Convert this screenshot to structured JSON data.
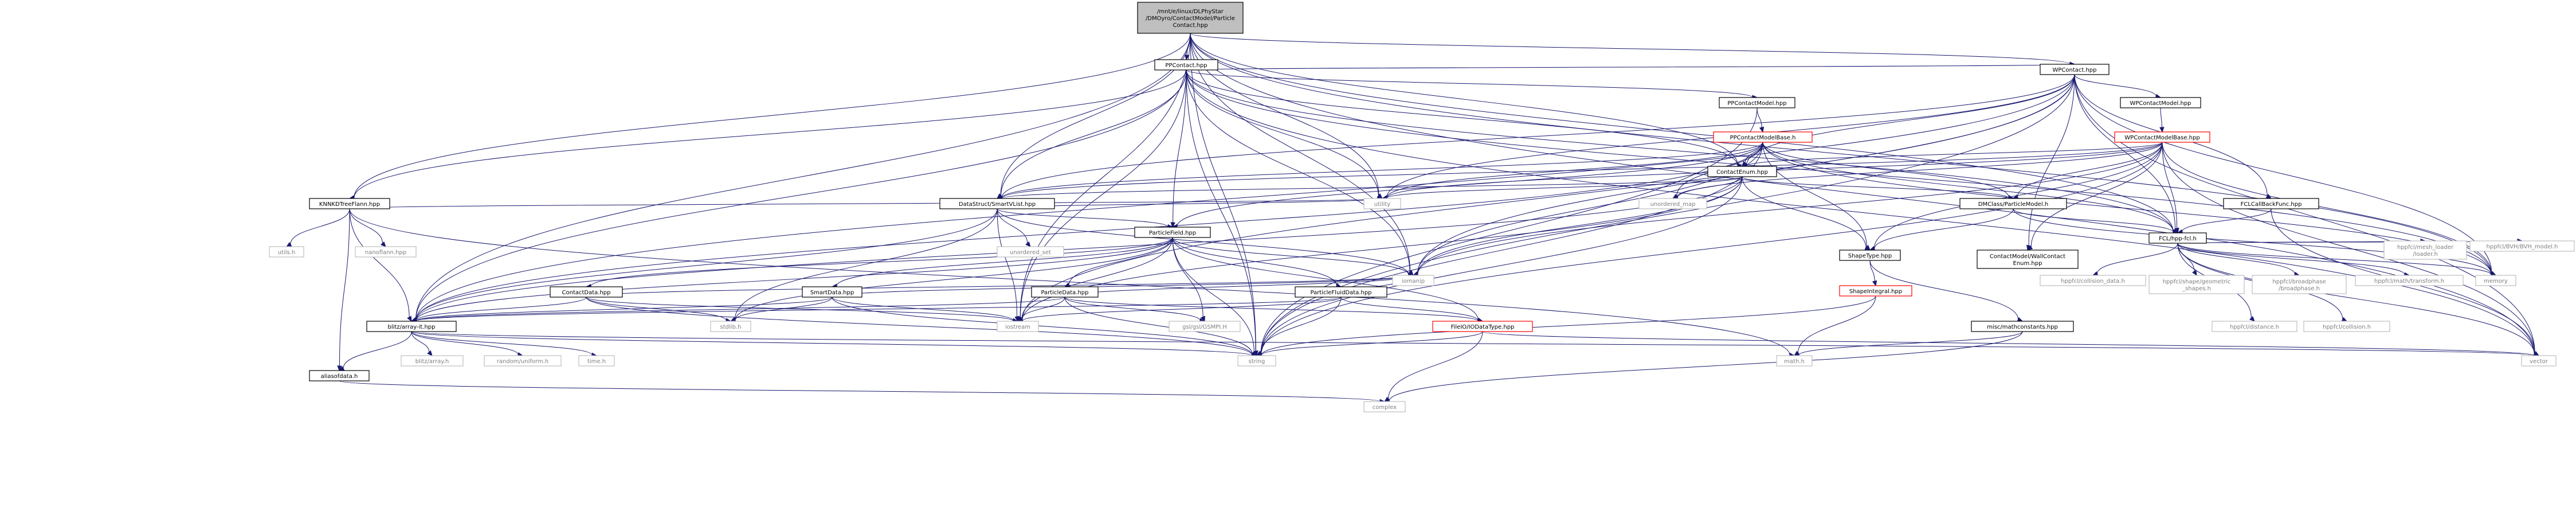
{
  "colors": {
    "root_fill": "#bfbfbf",
    "default_fill": "#ffffff",
    "default_stroke": "#000000",
    "red_stroke": "#ff0000",
    "system_stroke": "#bfbfbf",
    "system_text": "#7f7f7f",
    "edge": "#191970"
  },
  "nodes": [
    {
      "id": "root",
      "lines": [
        "/mnt/e/linux/DLPhyStar",
        "/DMOyro/ContactModel/Particle",
        "Contact.hpp"
      ],
      "style": "root"
    },
    {
      "id": "PPContact",
      "lines": [
        "PPContact.hpp"
      ],
      "style": "normal"
    },
    {
      "id": "WPContact",
      "lines": [
        "WPContact.hpp"
      ],
      "style": "normal"
    },
    {
      "id": "PPContactModel",
      "lines": [
        "PPContactModel.hpp"
      ],
      "style": "normal"
    },
    {
      "id": "WPContactModel",
      "lines": [
        "WPContactModel.hpp"
      ],
      "style": "normal"
    },
    {
      "id": "PPContactModelBase",
      "lines": [
        "PPContactModelBase.h"
      ],
      "style": "red"
    },
    {
      "id": "WPContactModelBase",
      "lines": [
        "WPContactModelBase.hpp"
      ],
      "style": "red"
    },
    {
      "id": "ContactEnum",
      "lines": [
        "ContactEnum.hpp"
      ],
      "style": "normal"
    },
    {
      "id": "KNNKDTreeFlann",
      "lines": [
        "KNNKDTreeFlann.hpp"
      ],
      "style": "normal"
    },
    {
      "id": "SmartVList",
      "lines": [
        "DataStruct/SmartVList.hpp"
      ],
      "style": "normal"
    },
    {
      "id": "DMClassParticleModel",
      "lines": [
        "DMClass/ParticleModel.h"
      ],
      "style": "normal"
    },
    {
      "id": "FCLCallBackFunc",
      "lines": [
        "FCLCallBackFunc.hpp"
      ],
      "style": "normal"
    },
    {
      "id": "FCLfcl",
      "lines": [
        "FCL/hpp-fcl.h"
      ],
      "style": "normal"
    },
    {
      "id": "ShapeType",
      "lines": [
        "ShapeType.hpp"
      ],
      "style": "normal"
    },
    {
      "id": "WallContactEnum",
      "lines": [
        "ContactModel/WallContact",
        "Enum.hpp"
      ],
      "style": "normal"
    },
    {
      "id": "ParticleField",
      "lines": [
        "ParticleField.hpp"
      ],
      "style": "normal"
    },
    {
      "id": "ContactData",
      "lines": [
        "ContactData.hpp"
      ],
      "style": "normal"
    },
    {
      "id": "SmartData",
      "lines": [
        "SmartData.hpp"
      ],
      "style": "normal"
    },
    {
      "id": "ParticleData",
      "lines": [
        "ParticleData.hpp"
      ],
      "style": "normal"
    },
    {
      "id": "ParticleFluidData",
      "lines": [
        "ParticleFluidData.hpp"
      ],
      "style": "normal"
    },
    {
      "id": "ShapeIntegral",
      "lines": [
        "ShapeIntegral.hpp"
      ],
      "style": "red"
    },
    {
      "id": "FileIOIODataType",
      "lines": [
        "FileIO/IODataType.hpp"
      ],
      "style": "red"
    },
    {
      "id": "mathconstants",
      "lines": [
        "misc/mathconstants.hpp"
      ],
      "style": "normal"
    },
    {
      "id": "blitzarray",
      "lines": [
        "blitz/array-it.hpp"
      ],
      "style": "normal"
    },
    {
      "id": "aliasofdata",
      "lines": [
        "aliasofdata.h"
      ],
      "style": "normal"
    },
    {
      "id": "utils_h",
      "lines": [
        "utils.h"
      ],
      "style": "system"
    },
    {
      "id": "nanoflann",
      "lines": [
        "nanoflann.hpp"
      ],
      "style": "system"
    },
    {
      "id": "utility",
      "lines": [
        "utility"
      ],
      "style": "system"
    },
    {
      "id": "unordered_set",
      "lines": [
        "unordered_set"
      ],
      "style": "system"
    },
    {
      "id": "unordered_map",
      "lines": [
        "unordered_map"
      ],
      "style": "system"
    },
    {
      "id": "iostream",
      "lines": [
        "iostream"
      ],
      "style": "system"
    },
    {
      "id": "iomanip",
      "lines": [
        "iomanip"
      ],
      "style": "system"
    },
    {
      "id": "stdlib",
      "lines": [
        "stdlib.h"
      ],
      "style": "system"
    },
    {
      "id": "gsl",
      "lines": [
        "gsl/gsl/GSMPI.H"
      ],
      "style": "system"
    },
    {
      "id": "string",
      "lines": [
        "string"
      ],
      "style": "system"
    },
    {
      "id": "vector",
      "lines": [
        "vector"
      ],
      "style": "system"
    },
    {
      "id": "memory",
      "lines": [
        "memory"
      ],
      "style": "system"
    },
    {
      "id": "math_h",
      "lines": [
        "math.h"
      ],
      "style": "system"
    },
    {
      "id": "complex",
      "lines": [
        "complex"
      ],
      "style": "system"
    },
    {
      "id": "blitzarrayh",
      "lines": [
        "blitz/array.h"
      ],
      "style": "system"
    },
    {
      "id": "random",
      "lines": [
        "random/uniform.h"
      ],
      "style": "system"
    },
    {
      "id": "time_h",
      "lines": [
        "time.h"
      ],
      "style": "system"
    },
    {
      "id": "fcl_collision_data",
      "lines": [
        "hppfcl/collision_data.h"
      ],
      "style": "system"
    },
    {
      "id": "fcl_geometric",
      "lines": [
        "hppfcl/shape/geometric",
        "_shapes.h"
      ],
      "style": "system"
    },
    {
      "id": "fcl_broadphase",
      "lines": [
        "hppfcl/broadphase",
        "/broadphase.h"
      ],
      "style": "system"
    },
    {
      "id": "fcl_transform",
      "lines": [
        "hppfcl/math/transform.h"
      ],
      "style": "system"
    },
    {
      "id": "fcl_mesh_loader",
      "lines": [
        "hppfcl/mesh_loader",
        "/loader.h"
      ],
      "style": "system"
    },
    {
      "id": "fcl_bvh",
      "lines": [
        "hppfcl/BVH/BVH_model.h"
      ],
      "style": "system"
    },
    {
      "id": "fcl_distance",
      "lines": [
        "hppfcl/distance.h"
      ],
      "style": "system"
    },
    {
      "id": "fcl_collision",
      "lines": [
        "hppfcl/collision.h"
      ],
      "style": "system"
    }
  ]
}
